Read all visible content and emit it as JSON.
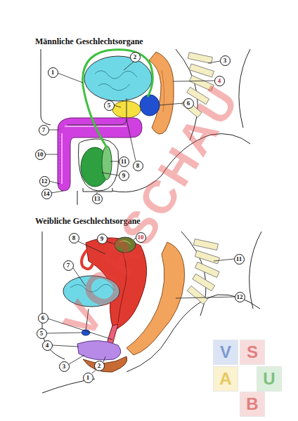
{
  "diagram": {
    "nodes": [
      {
        "text": [
          "1"
        ]
      },
      {
        "text": [
          "2"
        ]
      },
      {
        "text": [
          "3"
        ]
      },
      {
        "text": [
          "4"
        ]
      },
      {
        "text": [
          "5"
        ]
      },
      {
        "text": [
          "6"
        ]
      },
      {
        "text": [
          "7"
        ]
      },
      {
        "text": [
          "8"
        ]
      },
      {
        "text": [
          "9"
        ]
      },
      {
        "text": [
          "10"
        ]
      },
      {
        "text": [
          "11"
        ]
      },
      {
        "text": [
          "12"
        ]
      },
      {
        "text": [
          "13"
        ]
      },
      {
        "text": [
          "14"
        ]
      },
      {
        "text": [
          "1"
        ]
      },
      {
        "text": [
          "2"
        ]
      },
      {
        "text": [
          "3"
        ]
      },
      {
        "text": [
          "4"
        ]
      },
      {
        "text": [
          "5"
        ]
      },
      {
        "text": [
          "6"
        ]
      },
      {
        "text": [
          "7"
        ]
      },
      {
        "text": [
          "8"
        ]
      },
      {
        "text": [
          "9"
        ]
      },
      {
        "text": [
          "10"
        ]
      },
      {
        "text": [
          "11"
        ]
      },
      {
        "text": [
          "12"
        ]
      }
    ],
    "labels": [
      "Männliche Geschlechtsorgane",
      "Weibliche Geschlechtsorgane",
      "VORSCHAU",
      "V",
      "S",
      "A",
      "U",
      "B"
    ]
  }
}
